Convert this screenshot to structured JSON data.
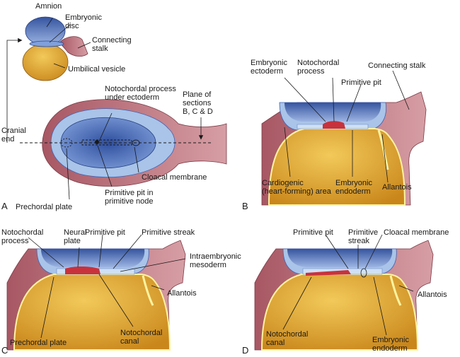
{
  "colors": {
    "amnion_blue": "#3f63b8",
    "yolk_orange": "#d4951c",
    "yolk_yellow": "#f2c95a",
    "wall_pink": "#b96a74",
    "notochord_red": "#c8323c",
    "ecto_light_blue": "#a9c4e8",
    "outline_yellow": "#fff3a0"
  },
  "panels": {
    "a": {
      "letter": "A",
      "amnion": "Amnion",
      "embryonic_disc": "Embryonic\ndisc",
      "connecting_stalk": "Connecting\nstalk",
      "umbilical_vesicle": "Umbilical vesicle",
      "notochordal_process_under_ectoderm": "Notochordal process\nunder ectoderm",
      "plane_of_sections": "Plane of\nsections\nB, C & D",
      "cranial_end": "Cranial\nend",
      "cloacal_membrane": "Cloacal membrane",
      "primitive_pit_in_node": "Primitive pit in\nprimitive node",
      "prechordal_plate": "Prechordal plate"
    },
    "b": {
      "letter": "B",
      "embryonic_ectoderm": "Embryonic\nectoderm",
      "notochordal_process": "Notochordal\nprocess",
      "connecting_stalk": "Connecting stalk",
      "primitive_pit": "Primitive pit",
      "cardiogenic_area": "Cardiogenic\n(heart-forming) area",
      "embryonic_endoderm": "Embryonic\nendoderm",
      "allantois": "Allantois"
    },
    "c": {
      "letter": "C",
      "notochordal_process": "Notochordal\nprocess",
      "neural_plate": "Neural\nplate",
      "primitive_pit": "Primitive pit",
      "primitive_streak": "Primitive streak",
      "intraembryonic_mesoderm": "Intraembryonic\nmesoderm",
      "allantois": "Allantois",
      "prechordal_plate": "Prechordal plate",
      "notochordal_canal": "Notochordal\ncanal"
    },
    "d": {
      "letter": "D",
      "primitive_pit": "Primitive pit",
      "primitive_streak": "Primitive\nstreak",
      "cloacal_membrane": "Cloacal membrane",
      "allantois": "Allantois",
      "notochordal_canal": "Notochordal\ncanal",
      "embryonic_endoderm": "Embryonic\nendoderm"
    }
  }
}
